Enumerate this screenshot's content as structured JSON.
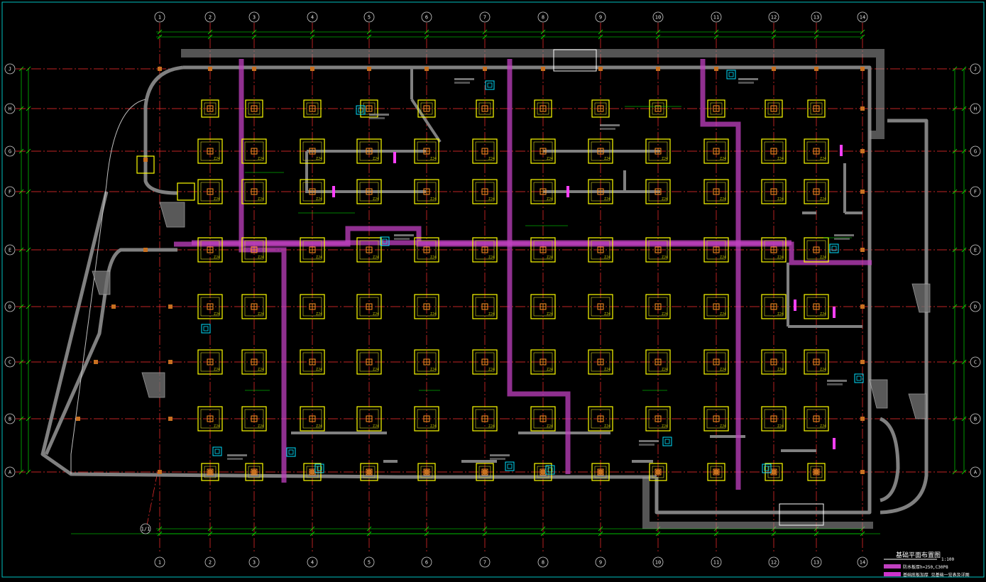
{
  "colors": {
    "background": "#000000",
    "axis_line": "#ff3030",
    "dim_line": "#00ff00",
    "wall": "#808080",
    "beam": "#c040c0",
    "footing_outer": "#ffff00",
    "footing_inner": "#ff9020",
    "cyan_mark": "#00e0ff",
    "frame": "#00c0c0",
    "pile_fill": "#707070",
    "axis_bubble": "#d0d0d0"
  },
  "drawing": {
    "title": "基础平面布置图",
    "scale": "1:100",
    "legend": [
      {
        "label": "防水板厚h=250,C30P8",
        "color": "#c040c0"
      },
      {
        "label": "基础底板加厚  见基础一览表及详图",
        "color": "#ff40ff"
      }
    ]
  },
  "axes": {
    "columns": [
      {
        "label": "1"
      },
      {
        "label": "2"
      },
      {
        "label": "3"
      },
      {
        "label": "4"
      },
      {
        "label": "5"
      },
      {
        "label": "6"
      },
      {
        "label": "7"
      },
      {
        "label": "8"
      },
      {
        "label": "9"
      },
      {
        "label": "10"
      },
      {
        "label": "11"
      },
      {
        "label": "12"
      },
      {
        "label": "13"
      },
      {
        "label": "14"
      }
    ],
    "rows": [
      {
        "label": "J"
      },
      {
        "label": "H"
      },
      {
        "label": "G"
      },
      {
        "label": "F"
      },
      {
        "label": "E"
      },
      {
        "label": "D"
      },
      {
        "label": "C"
      },
      {
        "label": "B"
      },
      {
        "label": "A"
      }
    ],
    "extra": {
      "label": "1/1"
    }
  },
  "footing_tag": "ZJ4"
}
